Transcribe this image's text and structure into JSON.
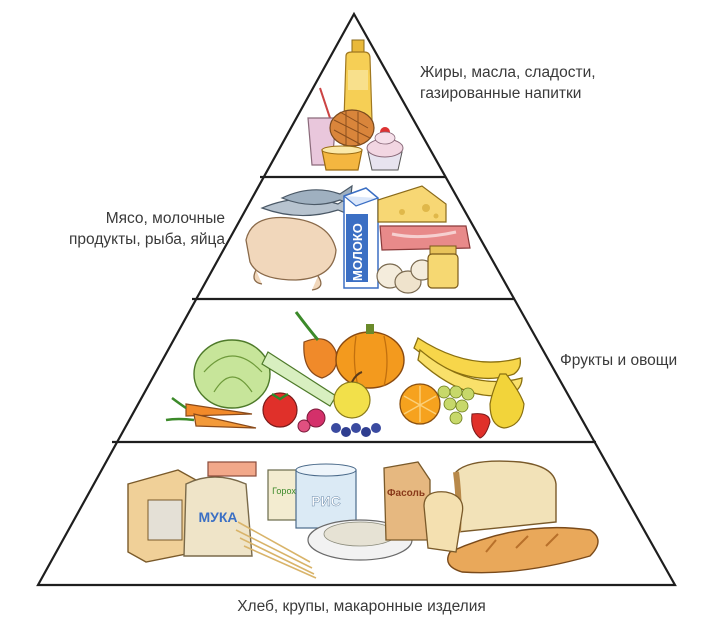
{
  "pyramid": {
    "tiers": [
      {
        "id": "fats",
        "label_lines": [
          "Жиры, масла, сладости,",
          "газированные напитки"
        ]
      },
      {
        "id": "protein",
        "label_lines": [
          "Мясо, молочные",
          "продукты, рыба, яйца"
        ]
      },
      {
        "id": "produce",
        "label_lines": [
          "Фрукты и овощи"
        ]
      },
      {
        "id": "grains",
        "label_lines": [
          "Хлеб, крупы, макаронные изделия"
        ]
      }
    ],
    "package_texts": {
      "milk": "МОЛОКО",
      "flour": "МУКА",
      "rice": "РИС",
      "peas": "Горох",
      "beans": "Фасоль"
    },
    "colors": {
      "outline": "#1e1e1e",
      "text": "#3a3a3a",
      "milk_blue": "#3b6fc4",
      "orange": "#f39a1e",
      "banana": "#f7d64a"
    }
  }
}
